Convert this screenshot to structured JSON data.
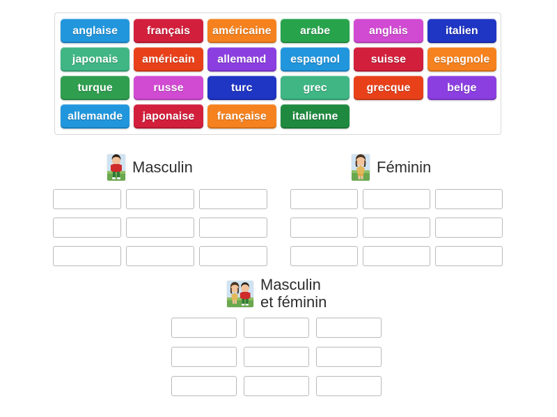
{
  "word_bank": {
    "name": "word-bank",
    "rows": [
      [
        {
          "label": "anglaise",
          "color": "#2196dd"
        },
        {
          "label": "français",
          "color": "#d21f3c"
        },
        {
          "label": "américaine",
          "color": "#f5821f"
        },
        {
          "label": "arabe",
          "color": "#27a34c"
        },
        {
          "label": "anglais",
          "color": "#d14ad2"
        },
        {
          "label": "italien",
          "color": "#1f35c4"
        }
      ],
      [
        {
          "label": "japonais",
          "color": "#3fb684"
        },
        {
          "label": "américain",
          "color": "#e8411a"
        },
        {
          "label": "allemand",
          "color": "#8b3fe0"
        },
        {
          "label": "espagnol",
          "color": "#2196dd"
        },
        {
          "label": "suisse",
          "color": "#d21f3c"
        },
        {
          "label": "espagnole",
          "color": "#f5821f"
        }
      ],
      [
        {
          "label": "turque",
          "color": "#2f9e4f"
        },
        {
          "label": "russe",
          "color": "#d14ad2"
        },
        {
          "label": "turc",
          "color": "#1f35c4"
        },
        {
          "label": "grec",
          "color": "#3fb684"
        },
        {
          "label": "grecque",
          "color": "#e8411a"
        },
        {
          "label": "belge",
          "color": "#8b3fe0"
        }
      ],
      [
        {
          "label": "allemande",
          "color": "#2196dd"
        },
        {
          "label": "japonaise",
          "color": "#d21f3c"
        },
        {
          "label": "française",
          "color": "#f5821f"
        },
        {
          "label": "italienne",
          "color": "#1f8a3f"
        },
        {
          "label": "",
          "color": ""
        },
        {
          "label": "",
          "color": ""
        }
      ]
    ]
  },
  "categories": [
    {
      "id": "masculin",
      "label": "Masculin",
      "icon": "boy-avatar-icon",
      "drop_slots": [
        "",
        "",
        "",
        "",
        "",
        "",
        "",
        "",
        ""
      ]
    },
    {
      "id": "feminin",
      "label": "Féminin",
      "icon": "girl-avatar-icon",
      "drop_slots": [
        "",
        "",
        "",
        "",
        "",
        "",
        "",
        "",
        ""
      ]
    },
    {
      "id": "masculin-et-feminin",
      "label": "Masculin\net féminin",
      "icon": "boy-and-girl-avatar-icon",
      "drop_slots": [
        "",
        "",
        "",
        "",
        "",
        "",
        "",
        "",
        ""
      ]
    }
  ]
}
